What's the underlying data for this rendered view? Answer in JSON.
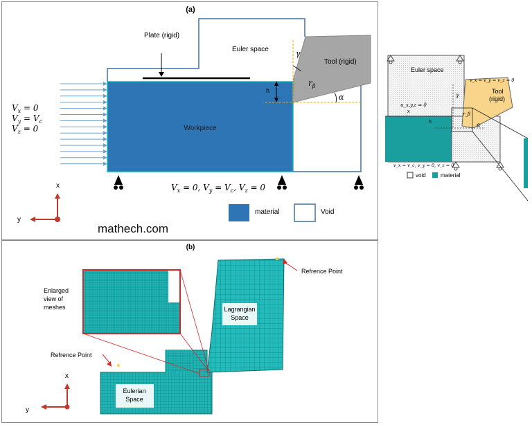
{
  "panel_a": {
    "label": "(a)",
    "plate": "Plate (rigid)",
    "euler": "Euler space",
    "tool": "Tool (rigid)",
    "h": "h",
    "gamma": "γ",
    "r_beta": "r",
    "r_beta_sub": "β",
    "alpha": "α",
    "workpiece": "Workpiece",
    "bc_v1": "V",
    "bc_v1_sub": "x",
    "bc_v1_rest": " = 0",
    "bc_v2": "V",
    "bc_v2_sub": "y",
    "bc_v2_rest": " = V",
    "bc_v2_sub2": "c",
    "bc_v3": "V",
    "bc_v3_sub": "z",
    "bc_v3_rest": " = 0",
    "bottom_bc": "V",
    "bottom_bc_full_1": "x",
    "bottom_bc_full_2": " = 0, V",
    "bottom_bc_full_3": "y",
    "bottom_bc_full_4": " = V",
    "bottom_bc_full_5": "c",
    "bottom_bc_full_6": ", V",
    "bottom_bc_full_7": "z",
    "bottom_bc_full_8": " = 0",
    "axis_x": "x",
    "axis_y": "y",
    "legend_material": "material",
    "legend_void": "Void",
    "watermark": "mathech.com"
  },
  "panel_b": {
    "label": "(b)",
    "ref_top": "Refrence Point",
    "ref_left": "Refrence Point",
    "enlarged_1": "Enlarged",
    "enlarged_2": "view of",
    "enlarged_3": "meshes",
    "lagrangian_1": "Lagrangian",
    "lagrangian_2": "Space",
    "eulerian_1": "Eulerian",
    "eulerian_2": "Space",
    "axis_x": "x",
    "axis_y": "y"
  },
  "panel_c": {
    "euler": "Euler space",
    "tool_1": "Tool",
    "tool_2": "(rigid)",
    "top_bc": "v_x = v_y = v_z = 0",
    "u_bc": "u_x,y,z = 0",
    "gamma": "γ",
    "r_beta": "r_β",
    "h": "h",
    "alpha": "α",
    "bottom_bc": "v_x = v_c, v_y = 0, v_z = 0",
    "legend_void": "void",
    "legend_material": "material"
  },
  "colors": {
    "workpiece": "#2e75b6",
    "frame": "#41719c",
    "tool": "#a6a6a6",
    "arrows": "#6fa0cc",
    "mesh": "#1fb5b5",
    "mesh_line": "#0d6f6f",
    "axis": "#c0392b",
    "tool_c": "#f8d58b",
    "material_c": "#1a9e9e"
  }
}
